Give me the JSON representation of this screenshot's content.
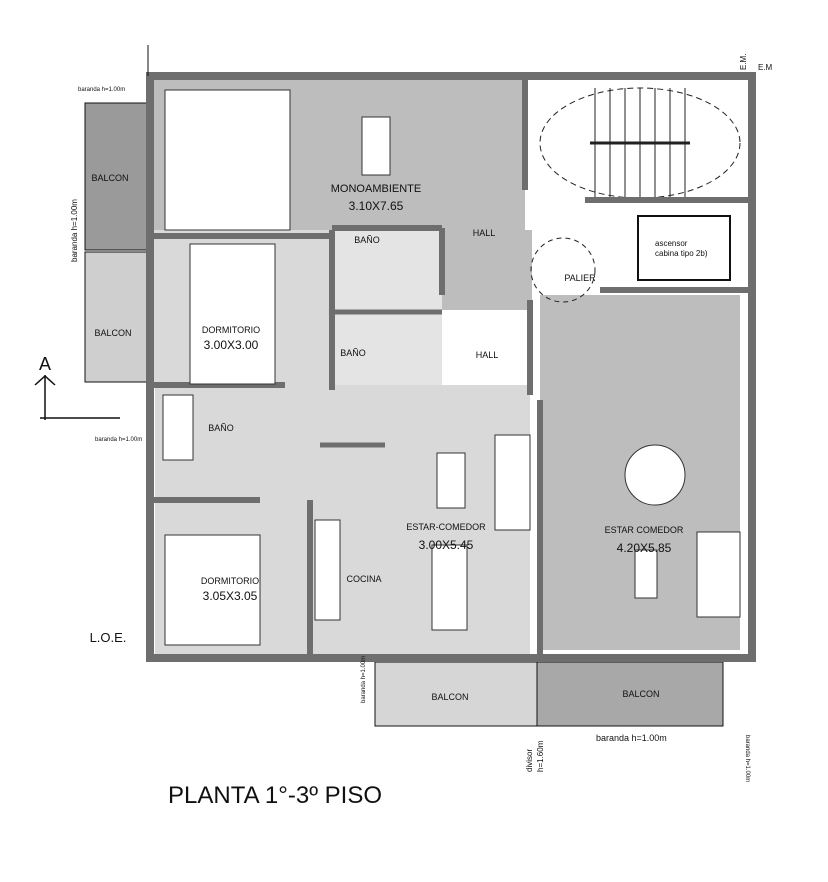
{
  "title": "PLANTA 1°-3º PISO",
  "north_mark": "A",
  "loe": "L.O.E.",
  "em_labels": [
    "E.M.",
    "E.M"
  ],
  "rooms": {
    "monoambiente": {
      "name": "MONOAMBIENTE",
      "size": "3.10X7.65"
    },
    "bano_mono": {
      "name": "BAÑO"
    },
    "hall_top": {
      "name": "HALL"
    },
    "palier": {
      "name": "PALIER"
    },
    "ascensor": {
      "line1": "ascensor",
      "line2": "cabina tipo 2b)"
    },
    "dormitorio_1": {
      "name": "DORMITORIO",
      "size": "3.00X3.00"
    },
    "bano_2": {
      "name": "BAÑO"
    },
    "hall_mid": {
      "name": "HALL"
    },
    "bano_3": {
      "name": "BAÑO"
    },
    "estar_comedor_1": {
      "name": "ESTAR-COMEDOR",
      "size": "3.00X5.45"
    },
    "estar_comedor_2": {
      "name": "ESTAR COMEDOR",
      "size": "4.20X5.85"
    },
    "cocina": {
      "name": "COCINA"
    },
    "dormitorio_2": {
      "name": "DORMITORIO",
      "size": "3.05X3.05"
    }
  },
  "balcons": [
    "BALCON",
    "BALCON",
    "BALCON",
    "BALCON"
  ],
  "notes": {
    "baranda_top": "baranda h=1.00m",
    "baranda_left": "baranda h=1.00m",
    "baranda_left_bottom": "baranda h=1.00m",
    "baranda_bottom_left": "baranda h=1.00m",
    "baranda_bottom": "baranda h=1.00m",
    "baranda_bottom_right": "baranda h=1.00m",
    "divisor_1": "divisor",
    "divisor_2": "h=1.60m"
  },
  "colors": {
    "wall": "#6e6e6e",
    "floor_dark": "#bdbdbd",
    "floor_light": "#d9d9d9",
    "bath": "#e4e4e4"
  }
}
